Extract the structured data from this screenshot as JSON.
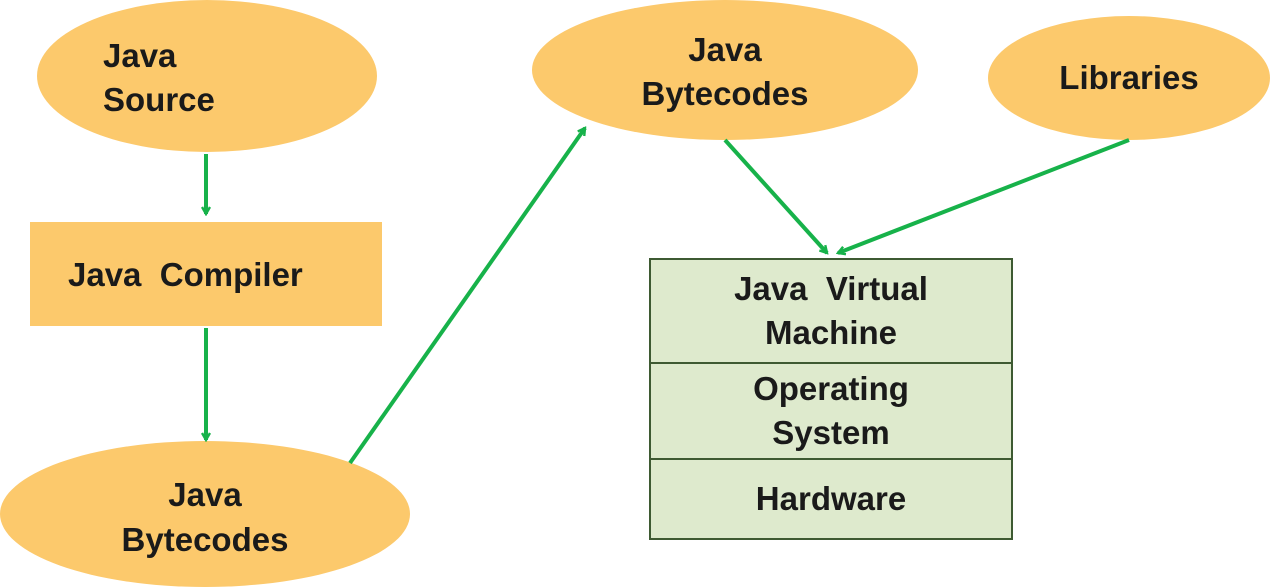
{
  "colors": {
    "node_fill": "#fcc96c",
    "jvm_fill": "#deeacd",
    "jvm_border": "#3e5a32",
    "arrow": "#17b24a"
  },
  "nodes": {
    "java_source": {
      "line1": "Java",
      "line2": "Source"
    },
    "java_compiler": {
      "label": "Java  Compiler"
    },
    "bytecodes_bottom": {
      "line1": "Java",
      "line2": "Bytecodes"
    },
    "bytecodes_top": {
      "line1": "Java",
      "line2": "Bytecodes"
    },
    "libraries": {
      "label": "Libraries"
    }
  },
  "stack": {
    "jvm": {
      "line1": "Java  Virtual",
      "line2": "Machine"
    },
    "os": {
      "line1": "Operating",
      "line2": "System"
    },
    "hardware": {
      "label": "Hardware"
    }
  }
}
